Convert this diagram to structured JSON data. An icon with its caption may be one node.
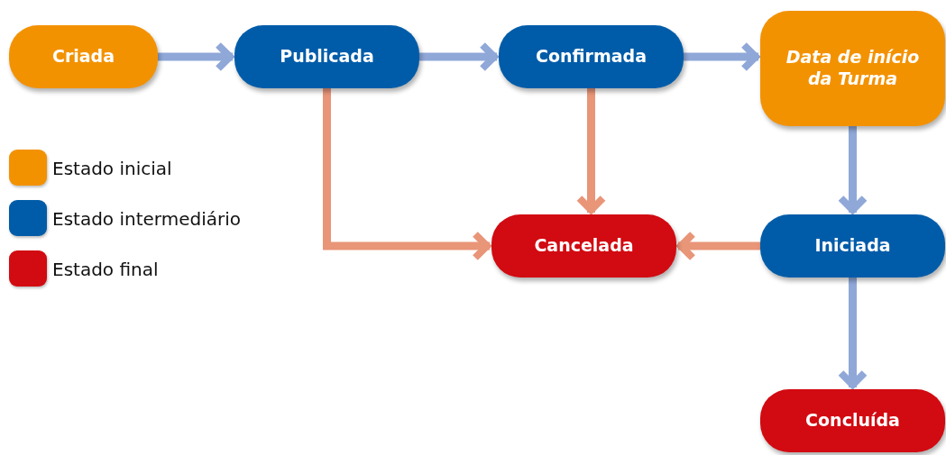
{
  "diagram": {
    "nodes": [
      {
        "text": [
          "Criada"
        ]
      },
      {
        "text": [
          "Publicada"
        ]
      },
      {
        "text": [
          "Confirmada"
        ]
      },
      {
        "text": [
          "Data de início da Turma"
        ]
      },
      {
        "text": [
          "Cancelada"
        ]
      },
      {
        "text": [
          "Iniciada"
        ]
      },
      {
        "text": [
          "Concluída"
        ]
      }
    ],
    "edges": [
      {
        "from": 0,
        "to": 1,
        "arrow": "to"
      },
      {
        "from": 1,
        "to": 2,
        "arrow": "to"
      },
      {
        "from": 2,
        "to": 3,
        "arrow": "to"
      },
      {
        "from": 3,
        "to": 5,
        "arrow": "to"
      },
      {
        "from": 1,
        "to": 4,
        "arrow": "to",
        "color": "#e99578"
      },
      {
        "from": 2,
        "to": 4,
        "arrow": "to",
        "color": "#e99578"
      },
      {
        "from": 5,
        "to": 4,
        "arrow": "to",
        "color": "#e99578"
      },
      {
        "from": 5,
        "to": 6,
        "arrow": "to"
      }
    ],
    "legend": [
      {
        "text": "Estado inicial",
        "color": "#f39200"
      },
      {
        "text": "Estado intermediário",
        "color": "#005ca9"
      },
      {
        "text": "Estado final",
        "color": "#d20a11"
      }
    ]
  }
}
